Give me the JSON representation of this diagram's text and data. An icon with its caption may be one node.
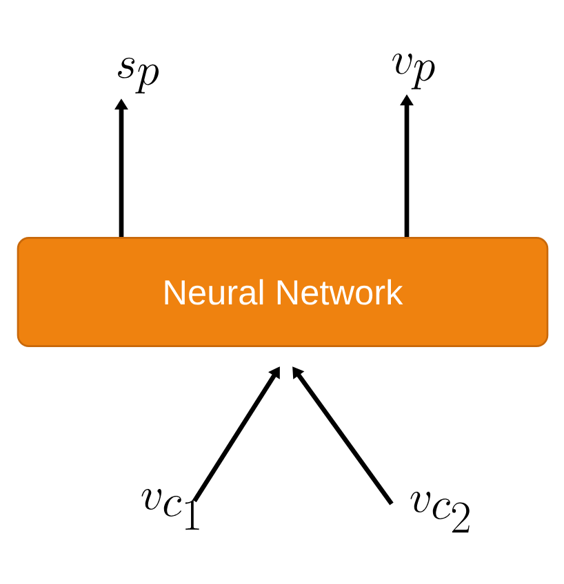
{
  "diagram": {
    "nodes": [
      {
        "text": [
          "s_p"
        ]
      },
      {
        "text": [
          "v_p"
        ]
      },
      {
        "text": [
          "Neural Network"
        ]
      },
      {
        "text": [
          "v_{c_1}"
        ]
      },
      {
        "text": [
          "v_{c_2}"
        ]
      }
    ],
    "edges": [
      {
        "from": 2,
        "to": 0,
        "arrow": "to"
      },
      {
        "from": 2,
        "to": 1,
        "arrow": "to"
      },
      {
        "from": 3,
        "to": 2,
        "arrow": "to"
      },
      {
        "from": 4,
        "to": 2,
        "arrow": "to"
      }
    ]
  }
}
